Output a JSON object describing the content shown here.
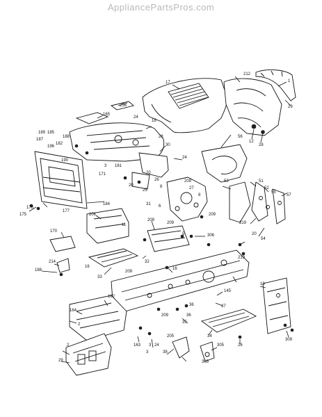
{
  "header": {
    "site_title": "AppliancePartsPros.com"
  },
  "callouts": [
    "256",
    "165",
    "17",
    "212",
    "1",
    "29",
    "24",
    "18",
    "12",
    "28",
    "189",
    "185",
    "188",
    "187",
    "182",
    "196",
    "190",
    "30",
    "24",
    "28",
    "161",
    "3",
    "20",
    "25",
    "56",
    "171",
    "20",
    "26",
    "8",
    "6",
    "209",
    "27",
    "8",
    "53",
    "51",
    "52",
    "55",
    "57",
    "178",
    "175",
    "177",
    "184",
    "31",
    "209",
    "209",
    "219",
    "20",
    "54",
    "206",
    "11",
    "209",
    "5",
    "306",
    "170",
    "214",
    "188",
    "16",
    "32",
    "33",
    "16",
    "219",
    "13",
    "145",
    "162",
    "164",
    "2",
    "35",
    "37",
    "3",
    "209",
    "36",
    "34",
    "309",
    "305",
    "205",
    "163",
    "38",
    "24",
    "26",
    "36",
    "305",
    "3",
    "209",
    "29",
    "2"
  ]
}
